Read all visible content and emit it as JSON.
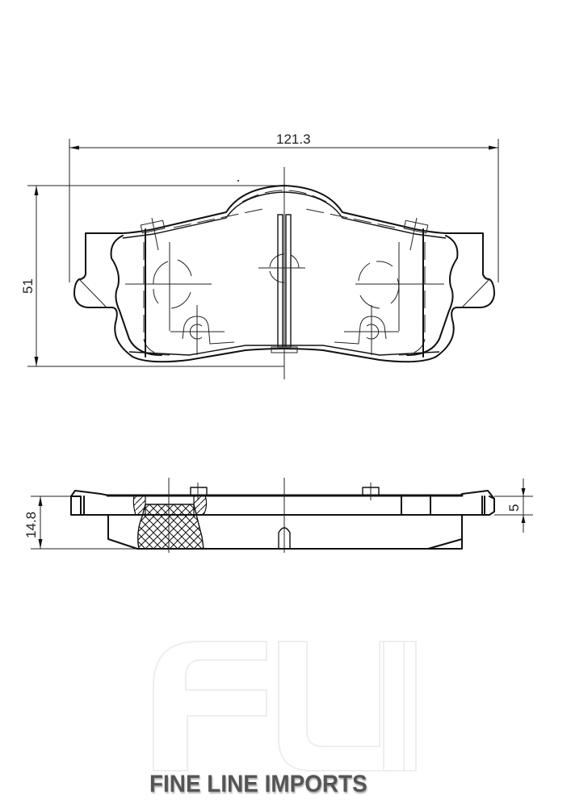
{
  "drawing": {
    "type": "technical drawing - brake pad",
    "units": "mm",
    "views": [
      {
        "name": "front view",
        "dimensions": {
          "width": "121.3",
          "height": "51"
        }
      },
      {
        "name": "side/section view",
        "dimensions": {
          "total_thickness": "14.8",
          "backing_plate_thickness": "5"
        }
      }
    ]
  },
  "dimensions": {
    "width_label": "121.3",
    "height_label": "51",
    "thickness_label": "14.8",
    "plate_label": "5"
  },
  "watermark": {
    "monogram": "FLI",
    "brand_name": "FINE LINE IMPORTS"
  },
  "colors": {
    "line": "#111111",
    "background": "#ffffff",
    "brand_text": "#555555",
    "watermark": "#f3f3f3"
  }
}
